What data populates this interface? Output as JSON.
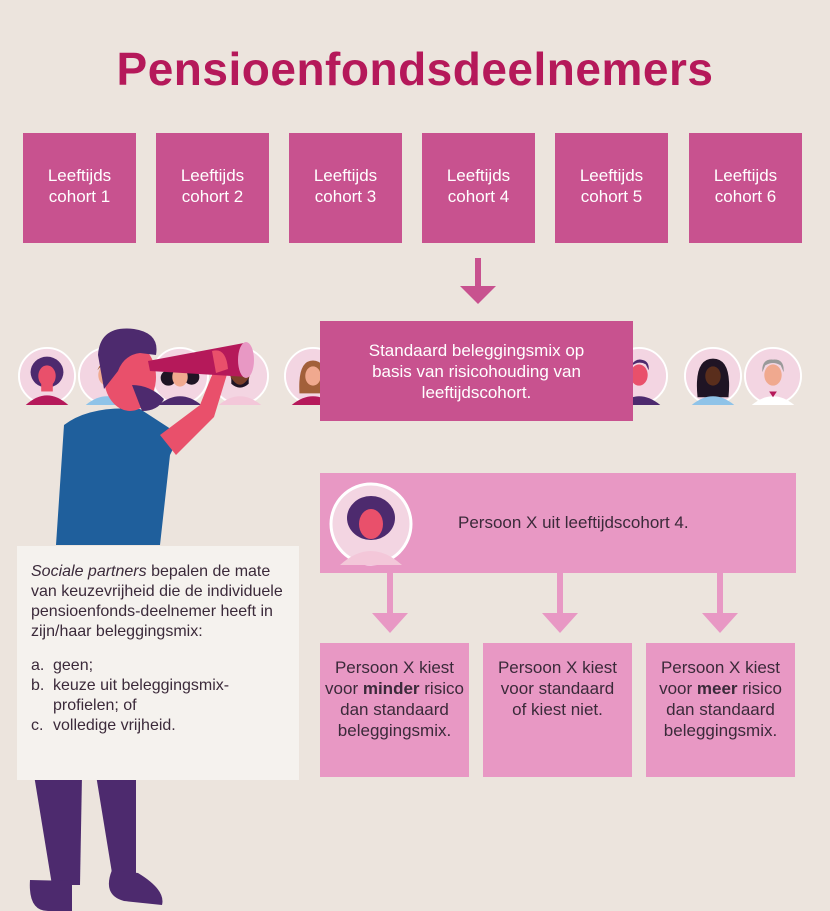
{
  "title": "Pensioenfondsdeelnemers",
  "cohorts": [
    {
      "line1": "Leeftijds",
      "line2": "cohort 1"
    },
    {
      "line1": "Leeftijds",
      "line2": "cohort 2"
    },
    {
      "line1": "Leeftijds",
      "line2": "cohort 3"
    },
    {
      "line1": "Leeftijds",
      "line2": "cohort 4"
    },
    {
      "line1": "Leeftijds",
      "line2": "cohort 5"
    },
    {
      "line1": "Leeftijds",
      "line2": "cohort 6"
    }
  ],
  "standard_box": {
    "line1": "Standaard beleggingsmix op",
    "line2": "basis van risicohouding van",
    "line3": "leeftijdscohort."
  },
  "person_box": {
    "text": "Persoon X uit leeftijdscohort 4."
  },
  "options": [
    {
      "pre": "Persoon X kiest voor ",
      "bold": "minder",
      "post": " risico dan standaard beleggingsmix."
    },
    {
      "pre": "Persoon X kiest voor standaard of kiest niet.",
      "bold": "",
      "post": ""
    },
    {
      "pre": "Persoon X kiest voor ",
      "bold": "meer",
      "post": " risico dan standaard beleggingsmix."
    }
  ],
  "note": {
    "italic": "Sociale partners",
    "rest": " bepalen de mate van keuzevrijheid die de individuele pensioenfonds-deelnemer heeft in zijn/haar beleggingsmix:",
    "items": [
      {
        "marker": "a.",
        "text": "geen;"
      },
      {
        "marker": "b.",
        "text": "keuze uit beleggingsmix-profielen; of"
      },
      {
        "marker": "c.",
        "text": "volledige vrijheid."
      }
    ]
  },
  "colors": {
    "title": "#b5195a",
    "cohort_band": "#c8528f",
    "light_box": "#e898c4",
    "background": "#ece4dd",
    "note_bg": "#f5f2ee"
  }
}
